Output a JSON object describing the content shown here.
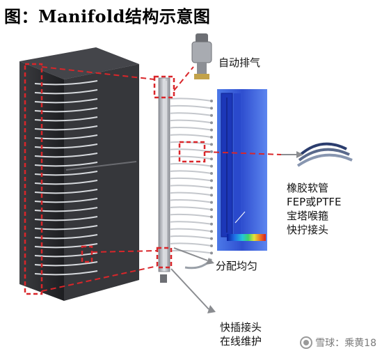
{
  "title": "图：Manifold结构示意图",
  "labels": {
    "auto_exhaust": "自动排气",
    "hose_lines": [
      "橡胶软管",
      "FEP或PTFE",
      "宝塔喉箍",
      "快拧接头"
    ],
    "even_distribution": "分配均匀",
    "quick_plug_lines": [
      "快插接头",
      "在线维护"
    ]
  },
  "watermark": "雪球：乘黄18",
  "colors": {
    "dashed_red": "#d9262a",
    "rack_body": "#2e2f33",
    "simulation_blue": "#3a5bd6",
    "manifold_steel": "#b9bcc2"
  }
}
